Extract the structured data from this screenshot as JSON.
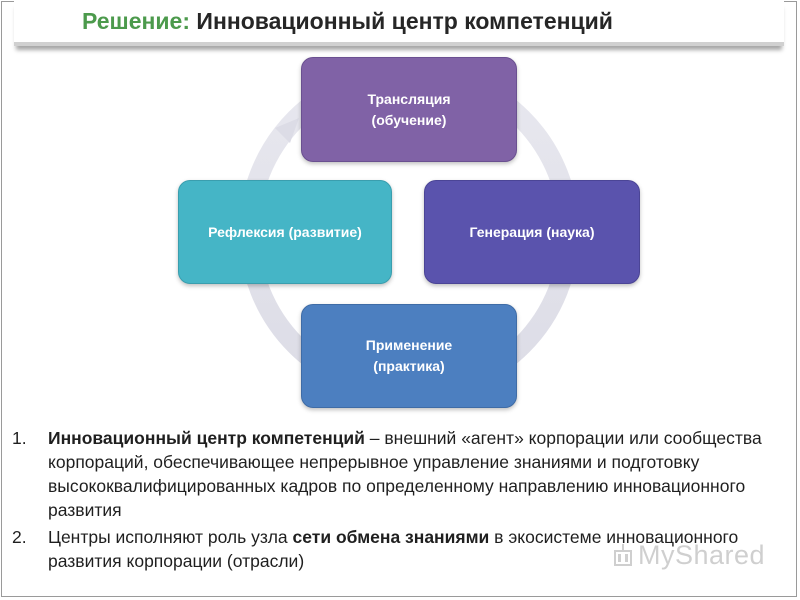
{
  "header": {
    "title_accent": "Решение:",
    "title_main": "Инновационный центр компетенций"
  },
  "cycle": {
    "nodes": {
      "top": [
        "Трансляция",
        "(обучение)"
      ],
      "right": [
        "Генерация (наука)"
      ],
      "bottom": [
        "Применение",
        "(практика)"
      ],
      "left": [
        "Рефлексия (развитие)"
      ]
    },
    "colors": {
      "top": "#8062a6",
      "right": "#5a53ad",
      "bottom": "#4c7fc0",
      "left": "#45b5c6",
      "ring": "#e4e4ec"
    }
  },
  "list": {
    "items": [
      {
        "number": "1.",
        "bold": "Инновационный центр компетенций",
        "rest": " – внешний «агент» корпорации или сообщества корпораций, обеспечивающее непрерывное управление знаниями и подготовку высококвалифицированных кадров по определенному направлению инновационного развития"
      },
      {
        "number": "2.",
        "before": "Центры исполняют роль узла ",
        "bold": "сети обмена знаниями",
        "after": " в экосистеме инновационного развития корпорации (отрасли)"
      }
    ]
  },
  "watermark": {
    "text": "MyShared",
    "icon": "myshared-logo-icon"
  }
}
